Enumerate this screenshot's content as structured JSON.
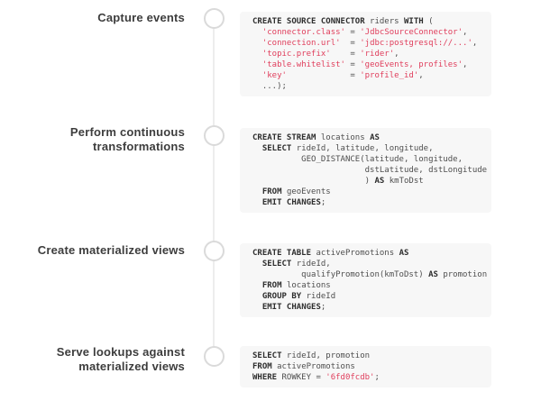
{
  "colors": {
    "keyword": "#2d2d2d",
    "code_text": "#4e4e4e",
    "string": "#e03e5c",
    "code_bg": "#f7f7f7",
    "label_text": "#3d3d3d",
    "timeline_line": "#ededed",
    "circle_border": "#dadada",
    "circle_fill": "#ffffff"
  },
  "steps": [
    {
      "label": "Capture events",
      "label_lines": [
        "Capture events"
      ],
      "code_lines": [
        [
          {
            "text": "CREATE SOURCE CONNECTOR",
            "type": "keyword"
          },
          {
            "text": " riders ",
            "type": "plain"
          },
          {
            "text": "WITH",
            "type": "keyword"
          },
          {
            "text": " (",
            "type": "plain"
          }
        ],
        [
          {
            "text": "  ",
            "type": "plain"
          },
          {
            "text": "'connector.class'",
            "type": "string"
          },
          {
            "text": " = ",
            "type": "plain"
          },
          {
            "text": "'JdbcSourceConnector'",
            "type": "string"
          },
          {
            "text": ",",
            "type": "plain"
          }
        ],
        [
          {
            "text": "  ",
            "type": "plain"
          },
          {
            "text": "'connection.url'",
            "type": "string"
          },
          {
            "text": "  = ",
            "type": "plain"
          },
          {
            "text": "'jdbc:postgresql://...'",
            "type": "string"
          },
          {
            "text": ",",
            "type": "plain"
          }
        ],
        [
          {
            "text": "  ",
            "type": "plain"
          },
          {
            "text": "'topic.prefix'",
            "type": "string"
          },
          {
            "text": "    = ",
            "type": "plain"
          },
          {
            "text": "'rider'",
            "type": "string"
          },
          {
            "text": ",",
            "type": "plain"
          }
        ],
        [
          {
            "text": "  ",
            "type": "plain"
          },
          {
            "text": "'table.whitelist'",
            "type": "string"
          },
          {
            "text": " = ",
            "type": "plain"
          },
          {
            "text": "'geoEvents, profiles'",
            "type": "string"
          },
          {
            "text": ",",
            "type": "plain"
          }
        ],
        [
          {
            "text": "  ",
            "type": "plain"
          },
          {
            "text": "'key'",
            "type": "string"
          },
          {
            "text": "             = ",
            "type": "plain"
          },
          {
            "text": "'profile_id'",
            "type": "string"
          },
          {
            "text": ",",
            "type": "plain"
          }
        ],
        [
          {
            "text": "  ...);",
            "type": "plain"
          }
        ]
      ]
    },
    {
      "label": "Perform continuous transformations",
      "label_lines": [
        "Perform continuous",
        "transformations"
      ],
      "code_lines": [
        [
          {
            "text": "CREATE STREAM",
            "type": "keyword"
          },
          {
            "text": " locations ",
            "type": "plain"
          },
          {
            "text": "AS",
            "type": "keyword"
          }
        ],
        [
          {
            "text": "  ",
            "type": "plain"
          },
          {
            "text": "SELECT",
            "type": "keyword"
          },
          {
            "text": " rideId, latitude, longitude,",
            "type": "plain"
          }
        ],
        [
          {
            "text": "          GEO_DISTANCE(latitude, longitude,",
            "type": "plain"
          }
        ],
        [
          {
            "text": "                       dstLatitude, dstLongitude",
            "type": "plain"
          }
        ],
        [
          {
            "text": "                       ) ",
            "type": "plain"
          },
          {
            "text": "AS",
            "type": "keyword"
          },
          {
            "text": " kmToDst",
            "type": "plain"
          }
        ],
        [
          {
            "text": "  ",
            "type": "plain"
          },
          {
            "text": "FROM",
            "type": "keyword"
          },
          {
            "text": " geoEvents",
            "type": "plain"
          }
        ],
        [
          {
            "text": "  ",
            "type": "plain"
          },
          {
            "text": "EMIT CHANGES",
            "type": "keyword"
          },
          {
            "text": ";",
            "type": "plain"
          }
        ]
      ]
    },
    {
      "label": "Create materialized views",
      "label_lines": [
        "Create materialized views"
      ],
      "code_lines": [
        [
          {
            "text": "CREATE TABLE",
            "type": "keyword"
          },
          {
            "text": " activePromotions ",
            "type": "plain"
          },
          {
            "text": "AS",
            "type": "keyword"
          }
        ],
        [
          {
            "text": "  ",
            "type": "plain"
          },
          {
            "text": "SELECT",
            "type": "keyword"
          },
          {
            "text": " rideId,",
            "type": "plain"
          }
        ],
        [
          {
            "text": "          qualifyPromotion(kmToDst) ",
            "type": "plain"
          },
          {
            "text": "AS",
            "type": "keyword"
          },
          {
            "text": " promotion",
            "type": "plain"
          }
        ],
        [
          {
            "text": "  ",
            "type": "plain"
          },
          {
            "text": "FROM",
            "type": "keyword"
          },
          {
            "text": " locations",
            "type": "plain"
          }
        ],
        [
          {
            "text": "  ",
            "type": "plain"
          },
          {
            "text": "GROUP BY",
            "type": "keyword"
          },
          {
            "text": " rideId",
            "type": "plain"
          }
        ],
        [
          {
            "text": "  ",
            "type": "plain"
          },
          {
            "text": "EMIT CHANGES",
            "type": "keyword"
          },
          {
            "text": ";",
            "type": "plain"
          }
        ]
      ]
    },
    {
      "label": "Serve lookups against materialized views",
      "label_lines": [
        "Serve lookups against",
        "materialized views"
      ],
      "code_lines": [
        [
          {
            "text": "SELECT",
            "type": "keyword"
          },
          {
            "text": " rideId, promotion",
            "type": "plain"
          }
        ],
        [
          {
            "text": "FROM",
            "type": "keyword"
          },
          {
            "text": " activePromotions",
            "type": "plain"
          }
        ],
        [
          {
            "text": "WHERE",
            "type": "keyword"
          },
          {
            "text": " ROWKEY = ",
            "type": "plain"
          },
          {
            "text": "'6fd0fcdb'",
            "type": "string"
          },
          {
            "text": ";",
            "type": "plain"
          }
        ]
      ]
    }
  ]
}
